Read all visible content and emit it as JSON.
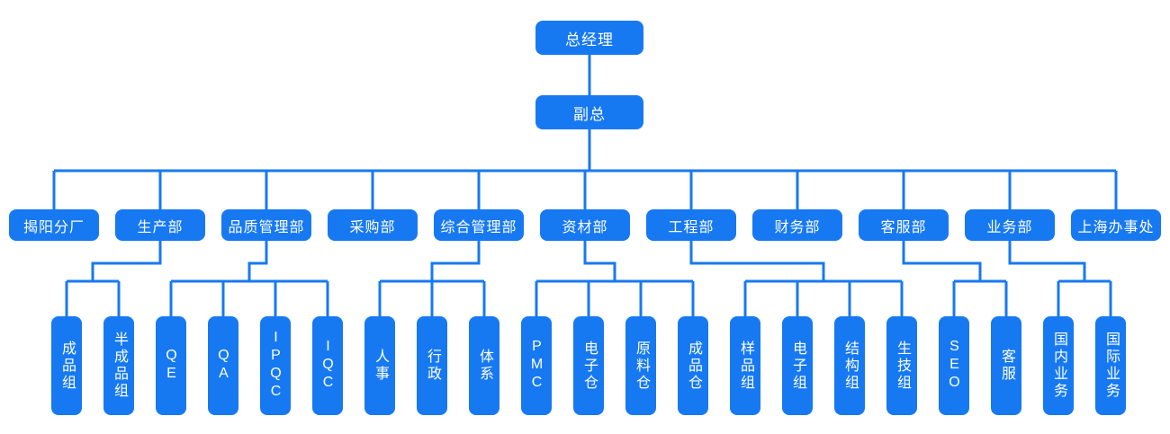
{
  "org": {
    "root": "总经理",
    "deputy": "副总",
    "departments": [
      {
        "name": "揭阳分厂",
        "children": []
      },
      {
        "name": "生产部",
        "children": [
          "成品组",
          "半成品组"
        ]
      },
      {
        "name": "品质管理部",
        "children": [
          "QE",
          "QA",
          "IPQC",
          "IQC"
        ]
      },
      {
        "name": "采购部",
        "children": []
      },
      {
        "name": "综合管理部",
        "children": [
          "人事",
          "行政",
          "体系"
        ]
      },
      {
        "name": "资材部",
        "children": [
          "PMC",
          "电子仓",
          "原料仓",
          "成品仓"
        ]
      },
      {
        "name": "工程部",
        "children": [
          "样品组",
          "电子组",
          "结构组",
          "生技组"
        ]
      },
      {
        "name": "财务部",
        "children": []
      },
      {
        "name": "客服部",
        "children": [
          "SEO",
          "客服"
        ]
      },
      {
        "name": "业务部",
        "children": [
          "国内业务",
          "国际业务"
        ]
      },
      {
        "name": "上海办事处",
        "children": []
      }
    ]
  },
  "colors": {
    "node_fill": "#1779F2",
    "node_text": "#FFFFFF",
    "line": "#1779F2",
    "background": "#FFFFFF"
  }
}
